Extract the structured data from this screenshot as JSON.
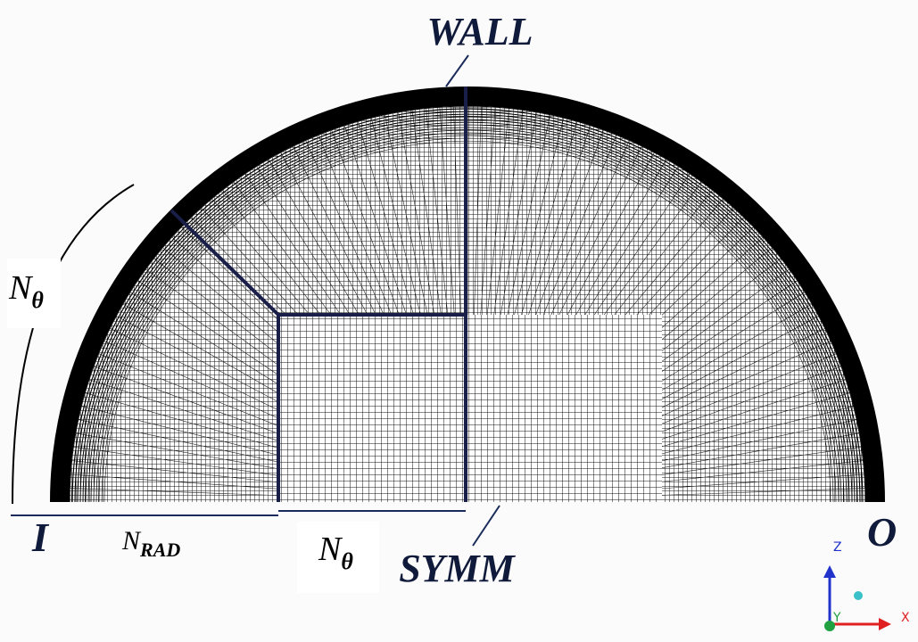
{
  "labels": {
    "wall": "WALL",
    "symm": "SYMM",
    "inlet": "I",
    "outlet": "O",
    "n_theta_left": {
      "base": "N",
      "sub": "θ"
    },
    "n_theta_bottom": {
      "base": "N",
      "sub": "θ"
    },
    "n_rad": {
      "base": "N",
      "sub": "RAD"
    }
  },
  "axes_triad": {
    "z": "Z",
    "y": "Y",
    "x": "X"
  },
  "colors": {
    "mesh_dark": "#000000",
    "mesh_fill": "#ffffff",
    "block_edge": "#1a1f4a",
    "label": "#101a3a",
    "axis_z": "#2233cc",
    "axis_x": "#e02020",
    "axis_y": "#20a040"
  }
}
